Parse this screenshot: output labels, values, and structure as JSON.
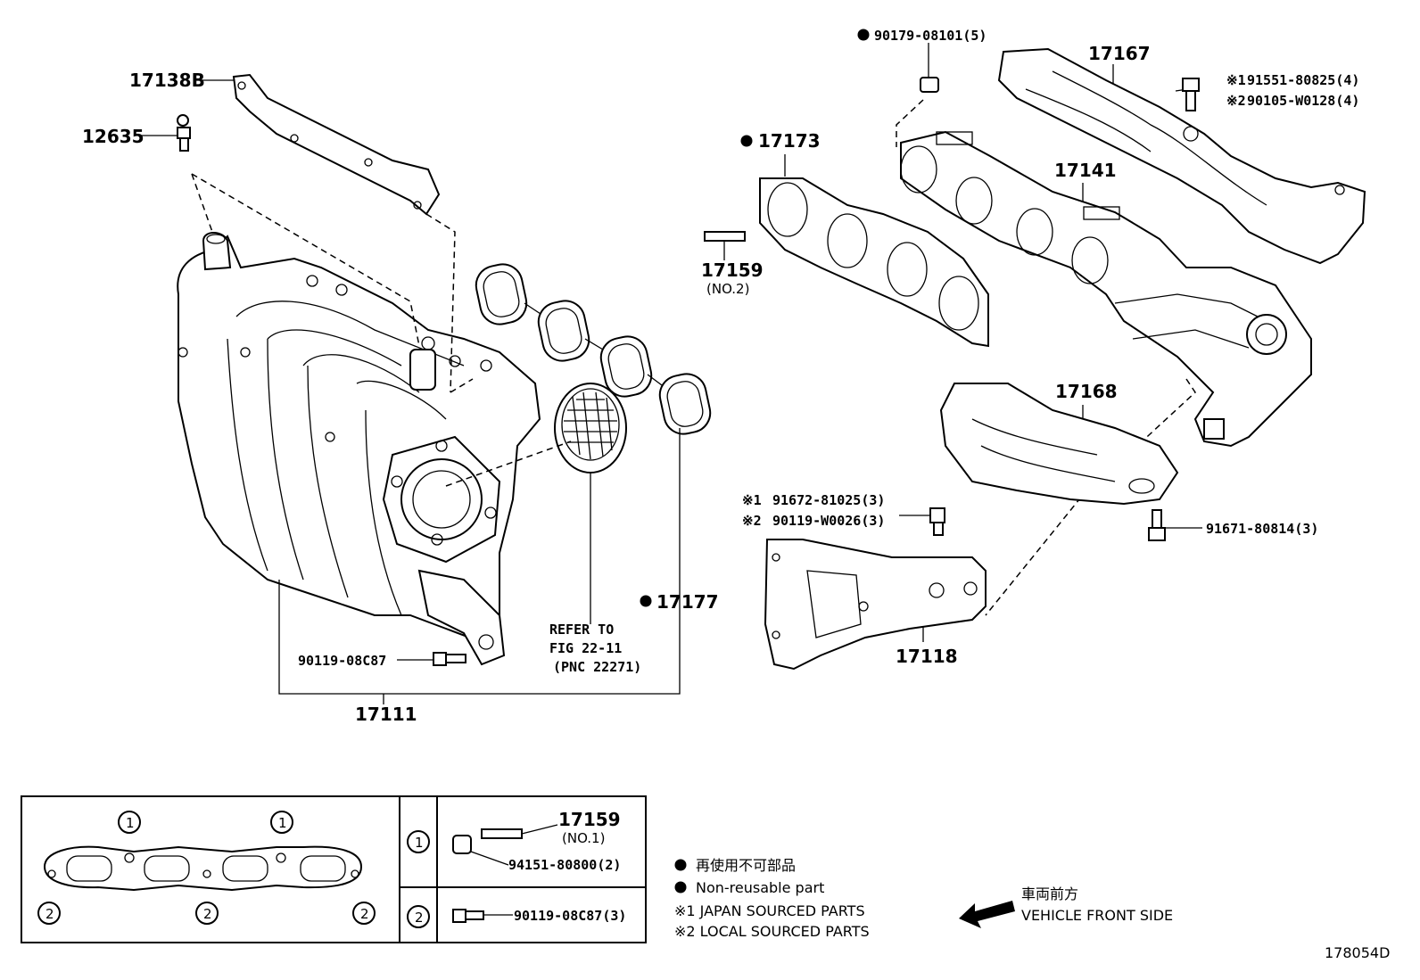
{
  "labels": {
    "p17138b": "17138B",
    "p12635": "12635",
    "p90179": "90179-08101(5)",
    "p17167": "17167",
    "p191551_a": "※1",
    "p191551_b": "91551-80825(4)",
    "p290105_a": "※2",
    "p290105_b": "90105-W0128(4)",
    "p17173": "17173",
    "p17141": "17141",
    "p17159": "17159",
    "p17159_sub": "(NO.2)",
    "p17168": "17168",
    "p91672_a": "※1",
    "p91672_b": "91672-81025(3)",
    "p90119w_a": "※2",
    "p90119w_b": "90119-W0026(3)",
    "p91671": "91671-80814(3)",
    "p17177": "17177",
    "refer_1": "REFER TO",
    "refer_2": "FIG 22-11",
    "refer_3": "(PNC 22271)",
    "p90119_08c87": "90119-08C87",
    "p17118": "17118",
    "p17111": "17111"
  },
  "inset": {
    "circle_1": "1",
    "circle_2": "2",
    "stud_label": "17159",
    "stud_sub": "(NO.1)",
    "nut_label": "94151-80800(2)",
    "bolt_label": "90119-08C87(3)"
  },
  "legend": {
    "jp_nonreusable": "再使用不可部品",
    "en_nonreusable": "Non-reusable part",
    "japan_sourced": "※1 JAPAN SOURCED PARTS",
    "local_sourced": "※2 LOCAL SOURCED PARTS",
    "jp_front": "車両前方",
    "en_front": "VEHICLE FRONT SIDE"
  },
  "figure_id": "178054D"
}
